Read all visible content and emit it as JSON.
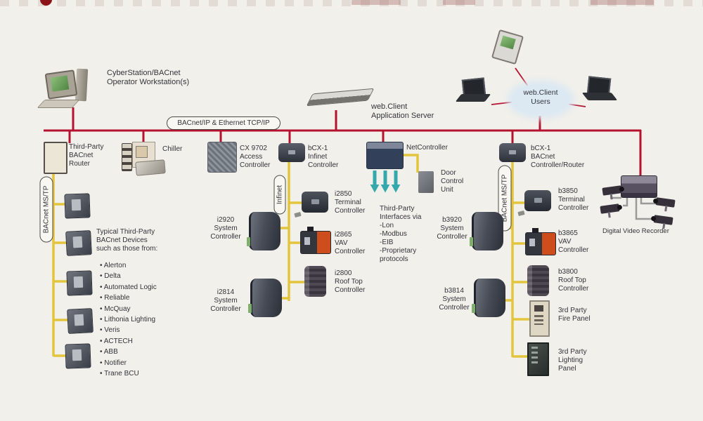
{
  "colors": {
    "bg": "#f2f0ea",
    "bus": "#b5122f",
    "field": "#e3c53d",
    "arrow": "#35a8ac",
    "text": "#32343b",
    "wire": "#9a9a98"
  },
  "labels": {
    "workstation": "CyberStation/BACnet\nOperator Workstation(s)",
    "bus": "BACnet/IP & Ethernet TCP/IP",
    "app_server": "web.Client\nApplication Server",
    "web_users": "web.Client\nUsers",
    "ms_tp_left": "BACnet MS/TP",
    "infinet": "Infinet",
    "ms_tp_right": "BACnet MS/TP",
    "router": "Third-Party\nBACnet\nRouter",
    "chiller": "Chiller",
    "cx9702": "CX 9702\nAccess\nController",
    "bcx1_infinet": "bCX-1\nInfinet\nController",
    "netcontroller": "NetController",
    "door_unit": "Door\nControl\nUnit",
    "bcx1_bacnet": "bCX-1\nBACnet\nController/Router",
    "interfaces_note": "Third-Party\nInterfaces via\n-Lon\n-Modbus\n-EIB\n-Proprietary\n protocols",
    "i2850": "i2850\nTerminal\nController",
    "i2920": "i2920\nSystem\nController",
    "i2865": "i2865\nVAV\nController",
    "i2800": "i2800\nRoof Top\nController",
    "i2814": "i2814\nSystem\nController",
    "b3850": "b3850\nTerminal\nController",
    "b3920": "b3920\nSystem\nController",
    "b3865": "b3865\nVAV\nController",
    "b3800": "b3800\nRoof Top\nController",
    "b3814": "b3814\nSystem\nController",
    "fire_panel": "3rd Party\nFire Panel",
    "lighting_panel": "3rd Party\nLighting\nPanel",
    "dvr": "Digital Video Recorder"
  },
  "third_party": {
    "intro": "Typical Third-Party\nBACnet Devices\nsuch as those from:",
    "items": [
      "Alerton",
      "Delta",
      "Automated Logic",
      "Reliable",
      "McQuay",
      "Lithonia Lighting",
      "Veris",
      "ACTECH",
      "ABB",
      "Notifier",
      "Trane BCU"
    ]
  }
}
